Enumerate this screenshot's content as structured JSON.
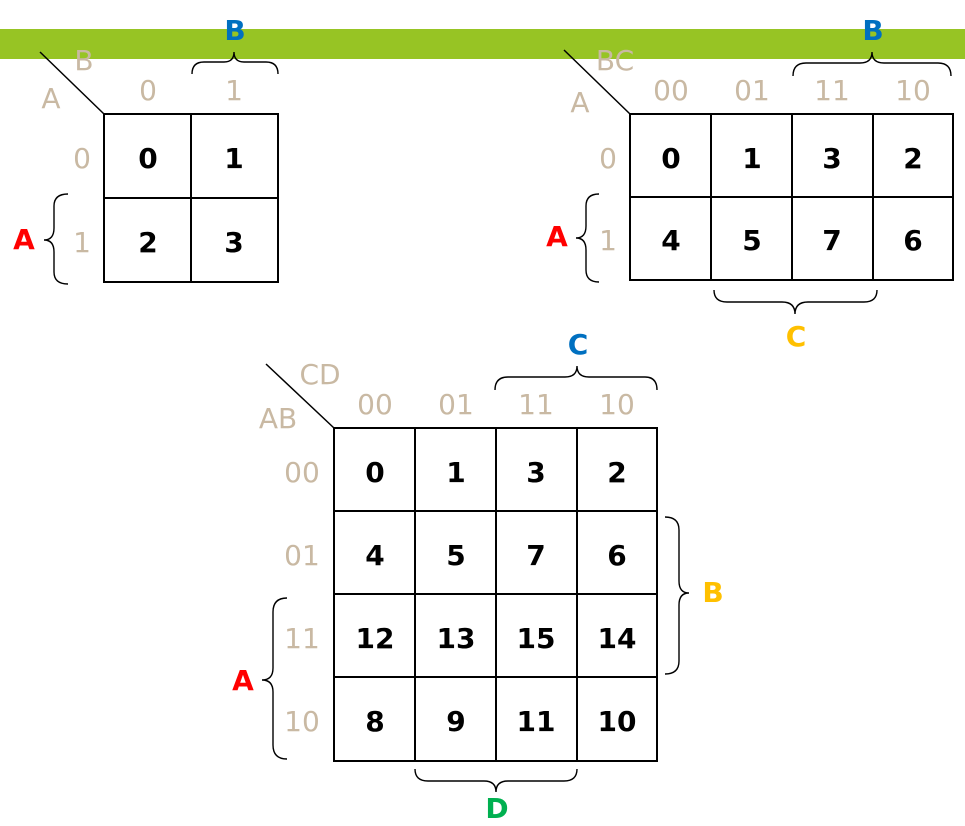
{
  "colors": {
    "banner": "#97c424",
    "label": "#c9b9a3",
    "var_red": "#ff0000",
    "var_blue": "#0070c0",
    "var_gold": "#ffc000",
    "var_green": "#00b050"
  },
  "map2": {
    "corner_col": "B",
    "corner_row": "A",
    "col_labels": [
      "0",
      "1"
    ],
    "row_labels": [
      "0",
      "1"
    ],
    "cells": [
      [
        "0",
        "1"
      ],
      [
        "2",
        "3"
      ]
    ],
    "var_B": "B",
    "var_A": "A"
  },
  "map3": {
    "corner_col": "BC",
    "corner_row": "A",
    "col_labels": [
      "00",
      "01",
      "11",
      "10"
    ],
    "row_labels": [
      "0",
      "1"
    ],
    "cells": [
      [
        "0",
        "1",
        "3",
        "2"
      ],
      [
        "4",
        "5",
        "7",
        "6"
      ]
    ],
    "var_B": "B",
    "var_A": "A",
    "var_C": "C"
  },
  "map4": {
    "corner_col": "CD",
    "corner_row": "AB",
    "col_labels": [
      "00",
      "01",
      "11",
      "10"
    ],
    "row_labels": [
      "00",
      "01",
      "11",
      "10"
    ],
    "cells": [
      [
        "0",
        "1",
        "3",
        "2"
      ],
      [
        "4",
        "5",
        "7",
        "6"
      ],
      [
        "12",
        "13",
        "15",
        "14"
      ],
      [
        "8",
        "9",
        "11",
        "10"
      ]
    ],
    "var_C": "C",
    "var_B": "B",
    "var_A": "A",
    "var_D": "D"
  }
}
